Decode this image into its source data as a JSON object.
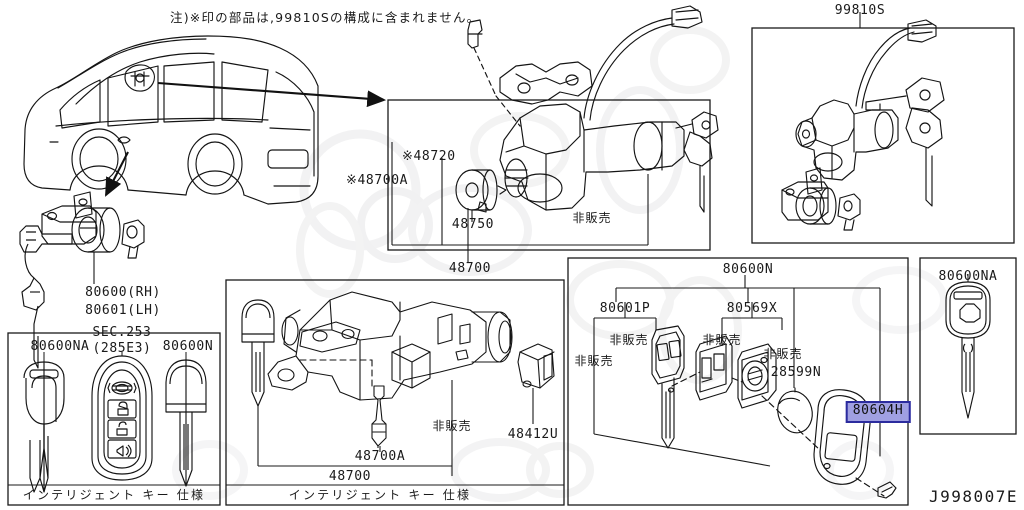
{
  "diagram": {
    "id": "J998007E",
    "note": "注)※印の部品は,99810Sの構成に含まれません。",
    "title_hidden": ""
  },
  "panels": {
    "vehicle": {
      "name": "vehicle-illustration"
    },
    "steering_lock": {
      "labels": {
        "l48720": "※48720",
        "l48700A": "※48700A",
        "l48750": "48750",
        "nonsale": "非販売",
        "l48700": "48700"
      }
    },
    "kit_99810S": {
      "label": "99810S"
    },
    "door_lock": {
      "rh": "80600(RH)",
      "lh": "80601(LH)"
    },
    "intelligent_key_left": {
      "caption": "インテリジェント キー 仕様",
      "labels": {
        "l80600NA": "80600NA",
        "sec253": "SEC.253",
        "sec253_sub": "(285E3)",
        "l80600N": "80600N"
      }
    },
    "steering_column": {
      "caption": "インテリジェント キー 仕様",
      "labels": {
        "l48700A": "48700A",
        "nonsale": "非販売",
        "l48412U": "48412U",
        "l48700": "48700"
      }
    },
    "key_fob_exploded": {
      "labels": {
        "l80600N": "80600N",
        "l80601P": "80601P",
        "l80569X": "80569X",
        "l28599N": "28599N",
        "l80604H": "80604H",
        "nonsale_1": "非販売",
        "nonsale_2": "非販売",
        "nonsale_3": "非販売",
        "nonsale_4": "非販売"
      },
      "highlight_color": "#a0a0e2",
      "highlight_border": "#2b2b9e"
    },
    "key_blank_right": {
      "label": "80600NA"
    }
  }
}
